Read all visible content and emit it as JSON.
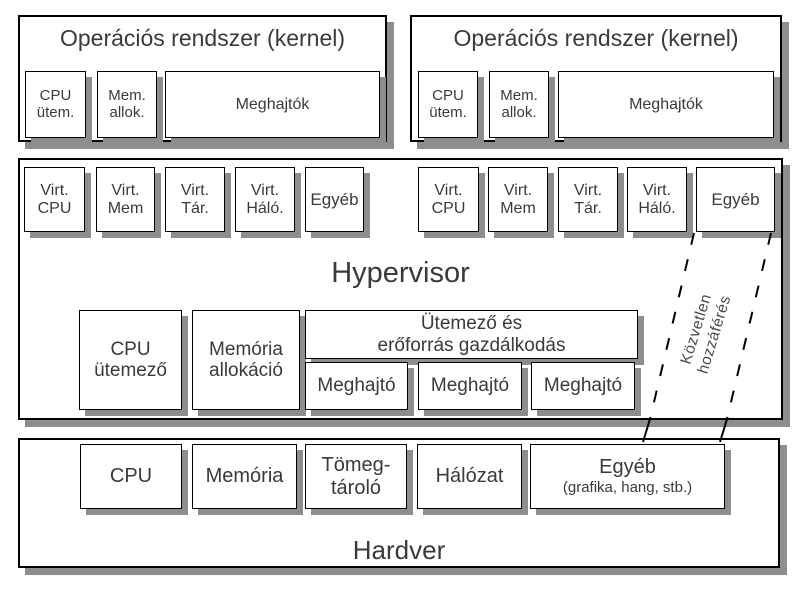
{
  "os_left": {
    "title": "Operációs rendszer (kernel)",
    "cpu": "CPU\nütem.",
    "mem": "Mem.\nallok.",
    "drivers": "Meghajtók"
  },
  "os_right": {
    "title": "Operációs rendszer (kernel)",
    "cpu": "CPU\nütem.",
    "mem": "Mem.\nallok.",
    "drivers": "Meghajtók"
  },
  "hypervisor": {
    "title": "Hypervisor",
    "virt_left": [
      "Virt.\nCPU",
      "Virt.\nMem",
      "Virt.\nTár.",
      "Virt.\nHáló.",
      "Egyéb"
    ],
    "virt_right": [
      "Virt.\nCPU",
      "Virt.\nMem",
      "Virt.\nTár.",
      "Virt.\nHáló.",
      "Egyéb"
    ],
    "cpu_scheduler": "CPU\nütemező",
    "memory_allocation": "Memória\nallokáció",
    "resource_mgmt": "Ütemező és\nerőforrás gazdálkodás",
    "drivers": [
      "Meghajtó",
      "Meghajtó",
      "Meghajtó"
    ],
    "direct_access": "Közvetlen\nhozzáférés"
  },
  "hardware": {
    "title": "Hardver",
    "cpu": "CPU",
    "memory": "Memória",
    "storage": "Tömeg-\ntároló",
    "network": "Hálózat",
    "other_line1": "Egyéb",
    "other_line2": "(grafika, hang, stb.)"
  },
  "colors": {
    "border": "#000000",
    "shadow": "#8d8d8d",
    "text": "#3a3a3a",
    "background": "#ffffff"
  }
}
